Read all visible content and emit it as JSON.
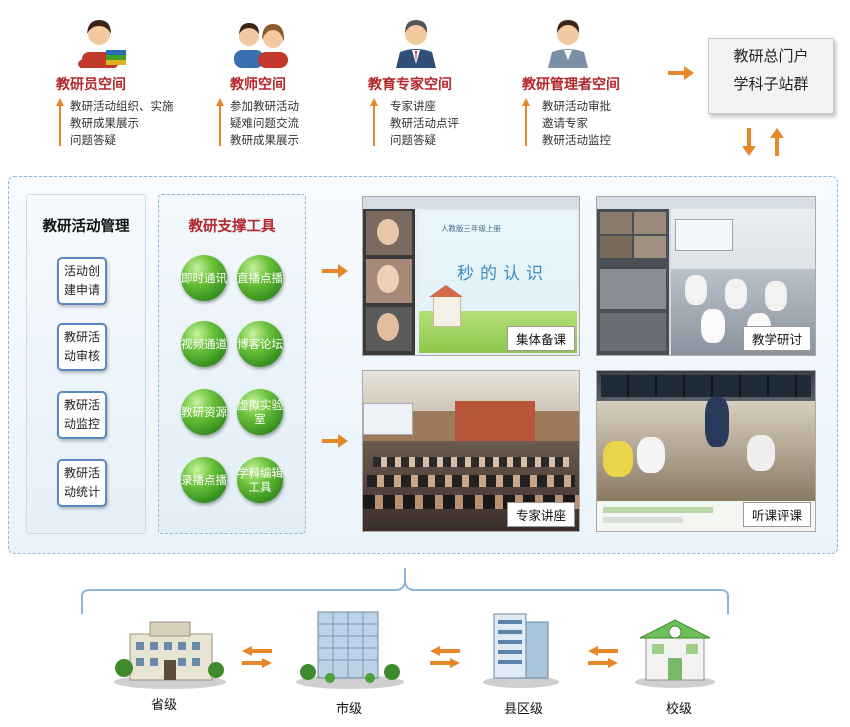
{
  "roles": [
    {
      "title": "教研员空间",
      "icon": "researcher-avatar-icon",
      "items": [
        "教研活动组织、实施",
        "教研成果展示",
        "问题答疑"
      ]
    },
    {
      "title": "教师空间",
      "icon": "teachers-avatar-icon",
      "items": [
        "参加教研活动",
        "疑难问题交流",
        "教研成果展示"
      ]
    },
    {
      "title": "教育专家空间",
      "icon": "expert-avatar-icon",
      "items": [
        "专家讲座",
        "教研活动点评",
        "问题答疑"
      ]
    },
    {
      "title": "教研管理者空间",
      "icon": "manager-avatar-icon",
      "items": [
        "教研活动审批",
        "邀请专家",
        "教研活动监控"
      ]
    }
  ],
  "portal": {
    "line1": "教研总门户",
    "line2": "学科子站群"
  },
  "management": {
    "title": "教研活动管理",
    "buttons": [
      "活动创建申请",
      "教研活动审核",
      "教研活动监控",
      "教研活动统计"
    ]
  },
  "tools": {
    "title": "教研支撑工具",
    "items": [
      "即时通讯",
      "直播点播",
      "视频通道",
      "博客论坛",
      "教研资源",
      "虚拟实验室",
      "录播点播",
      "学科编辑工具"
    ]
  },
  "activities": [
    {
      "caption": "集体备课"
    },
    {
      "caption": "教学研讨"
    },
    {
      "caption": "专家讲座"
    },
    {
      "caption": "听课评课"
    }
  ],
  "slide_text": {
    "header": "人教版三年级上册",
    "title": "秒的认识"
  },
  "levels": [
    "省级",
    "市级",
    "县区级",
    "校级"
  ],
  "colors": {
    "accent_red": "#b3262a",
    "arrow_orange": "#e8872a",
    "panel_border": "#8fb4d6",
    "tool_green": "#3f9e26"
  }
}
